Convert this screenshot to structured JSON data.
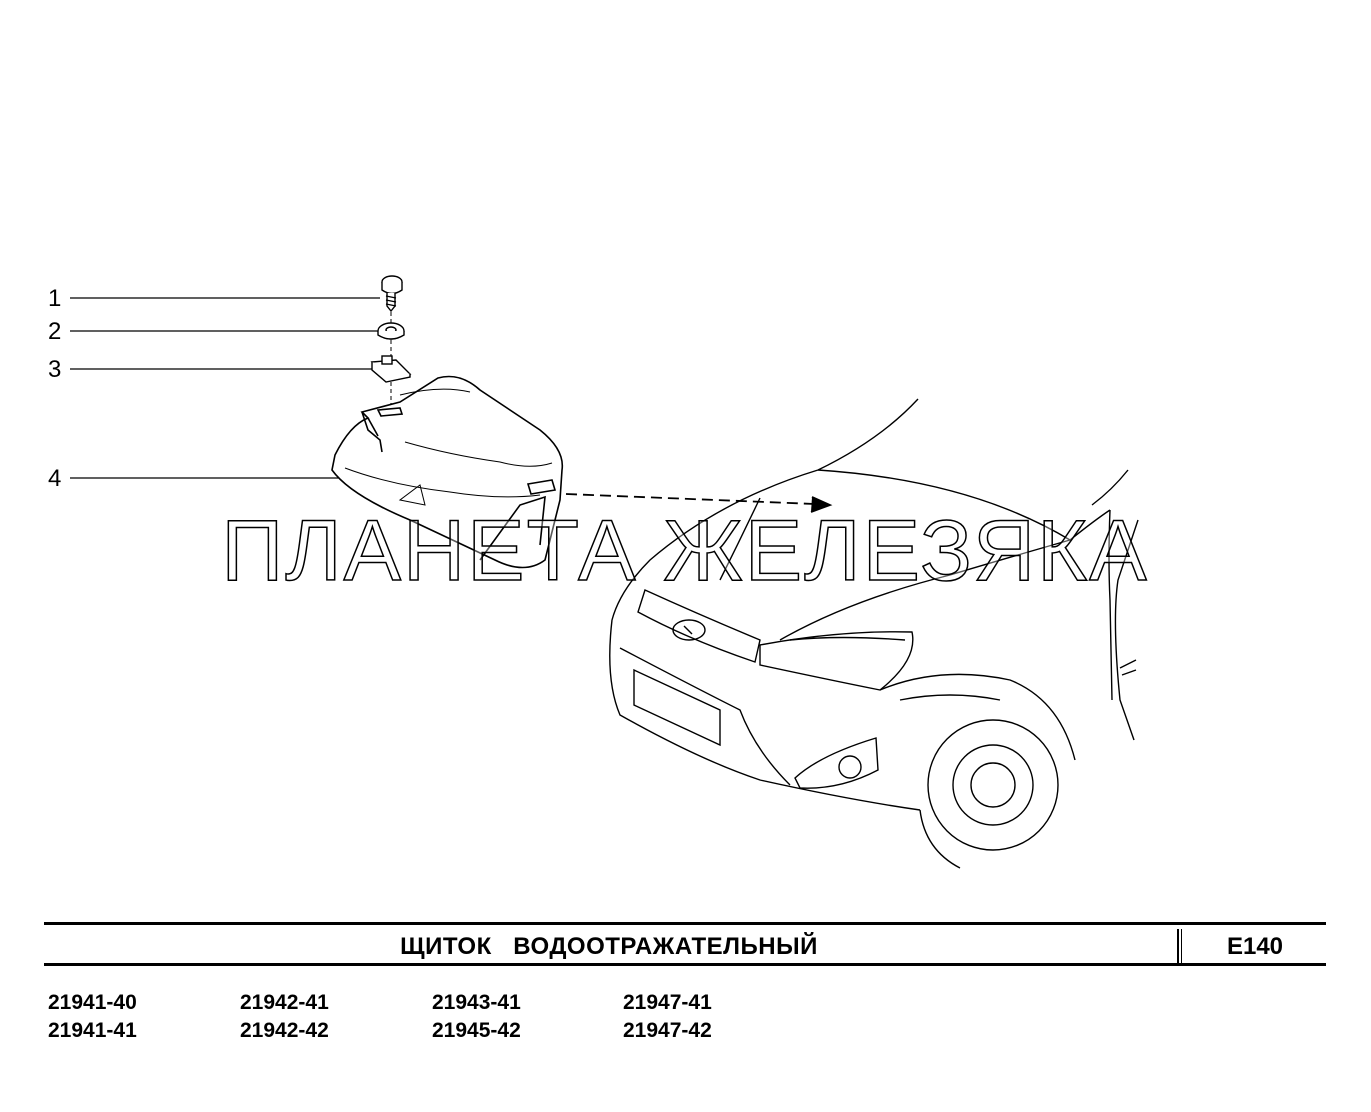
{
  "watermark": "ПЛАНЕТА ЖЕЛЕЗЯКА",
  "callouts": [
    {
      "label": "1",
      "part": "screw"
    },
    {
      "label": "2",
      "part": "washer"
    },
    {
      "label": "3",
      "part": "clip-nut"
    },
    {
      "label": "4",
      "part": "splash-shield"
    }
  ],
  "title": "ЩИТОК   ВОДООТРАЖАТЕЛЬНЫЙ",
  "code": "E140",
  "models": [
    [
      "21941-40",
      "21941-41"
    ],
    [
      "21942-41",
      "21942-42"
    ],
    [
      "21943-41",
      "21945-42"
    ],
    [
      "21947-41",
      "21947-42"
    ]
  ]
}
